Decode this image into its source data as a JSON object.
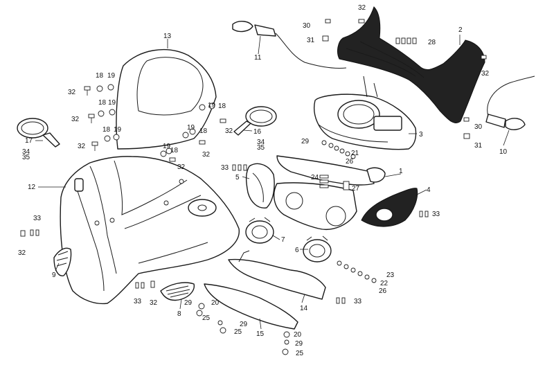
{
  "labels": [
    {
      "text": "1"
    },
    {
      "text": "2"
    },
    {
      "text": "3"
    },
    {
      "text": "4"
    },
    {
      "text": "5"
    },
    {
      "text": "6"
    },
    {
      "text": "7"
    },
    {
      "text": "8"
    },
    {
      "text": "9"
    },
    {
      "text": "10"
    },
    {
      "text": "11"
    },
    {
      "text": "12"
    },
    {
      "text": "13"
    },
    {
      "text": "14"
    },
    {
      "text": "15"
    },
    {
      "text": "16"
    },
    {
      "text": "17"
    },
    {
      "text": "18"
    },
    {
      "text": "18"
    },
    {
      "text": "18"
    },
    {
      "text": "18"
    },
    {
      "text": "18"
    },
    {
      "text": "18"
    },
    {
      "text": "19"
    },
    {
      "text": "19"
    },
    {
      "text": "19"
    },
    {
      "text": "19"
    },
    {
      "text": "19"
    },
    {
      "text": "19"
    },
    {
      "text": "20"
    },
    {
      "text": "20"
    },
    {
      "text": "21"
    },
    {
      "text": "22"
    },
    {
      "text": "23"
    },
    {
      "text": "24"
    },
    {
      "text": "25"
    },
    {
      "text": "25"
    },
    {
      "text": "25"
    },
    {
      "text": "26"
    },
    {
      "text": "26"
    },
    {
      "text": "27"
    },
    {
      "text": "28"
    },
    {
      "text": "29"
    },
    {
      "text": "29"
    },
    {
      "text": "29"
    },
    {
      "text": "29"
    },
    {
      "text": "30"
    },
    {
      "text": "30"
    },
    {
      "text": "31"
    },
    {
      "text": "31"
    },
    {
      "text": "32"
    },
    {
      "text": "32"
    },
    {
      "text": "32"
    },
    {
      "text": "32"
    },
    {
      "text": "32"
    },
    {
      "text": "32"
    },
    {
      "text": "32"
    },
    {
      "text": "32"
    },
    {
      "text": "32"
    },
    {
      "text": "32"
    },
    {
      "text": "33"
    },
    {
      "text": "33"
    },
    {
      "text": "33"
    },
    {
      "text": "33"
    },
    {
      "text": "33"
    },
    {
      "text": "34"
    },
    {
      "text": "34"
    },
    {
      "text": "35"
    },
    {
      "text": "35"
    }
  ]
}
